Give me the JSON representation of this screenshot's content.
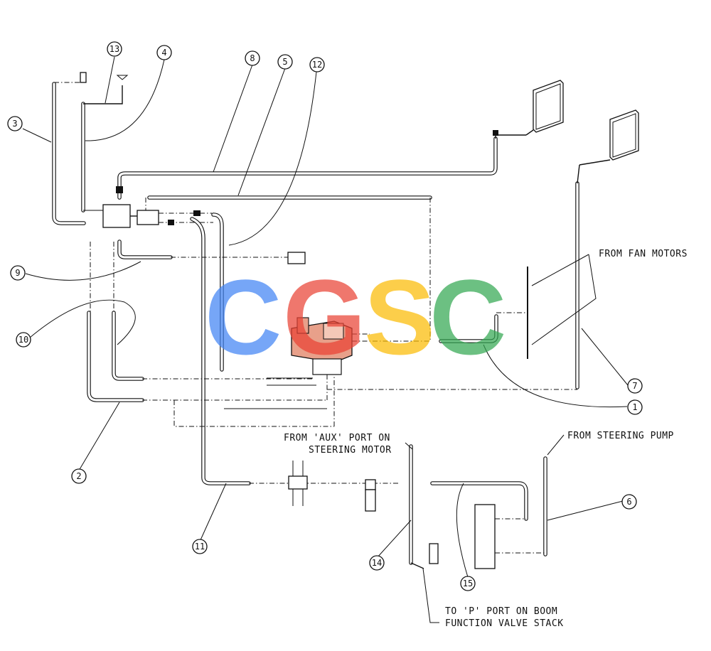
{
  "notes": {
    "from_fan_motors": "FROM FAN MOTORS",
    "from_aux_line1": "FROM 'AUX' PORT ON",
    "from_aux_line2": "STEERING MOTOR",
    "from_steering_pump": "FROM STEERING PUMP",
    "to_p_port_line1": "TO 'P' PORT ON BOOM",
    "to_p_port_line2": "FUNCTION VALVE STACK"
  },
  "callouts": [
    "1",
    "2",
    "3",
    "4",
    "5",
    "6",
    "7",
    "8",
    "9",
    "10",
    "11",
    "12",
    "13",
    "14",
    "15"
  ],
  "watermark": {
    "letters": [
      "C",
      "G",
      "S",
      "C"
    ],
    "colors": [
      "#4285F4",
      "#EA4335",
      "#FBBC05",
      "#34A853"
    ]
  },
  "colors": {
    "line": "#111111",
    "background": "#ffffff",
    "manifold": "#e8a08a"
  }
}
